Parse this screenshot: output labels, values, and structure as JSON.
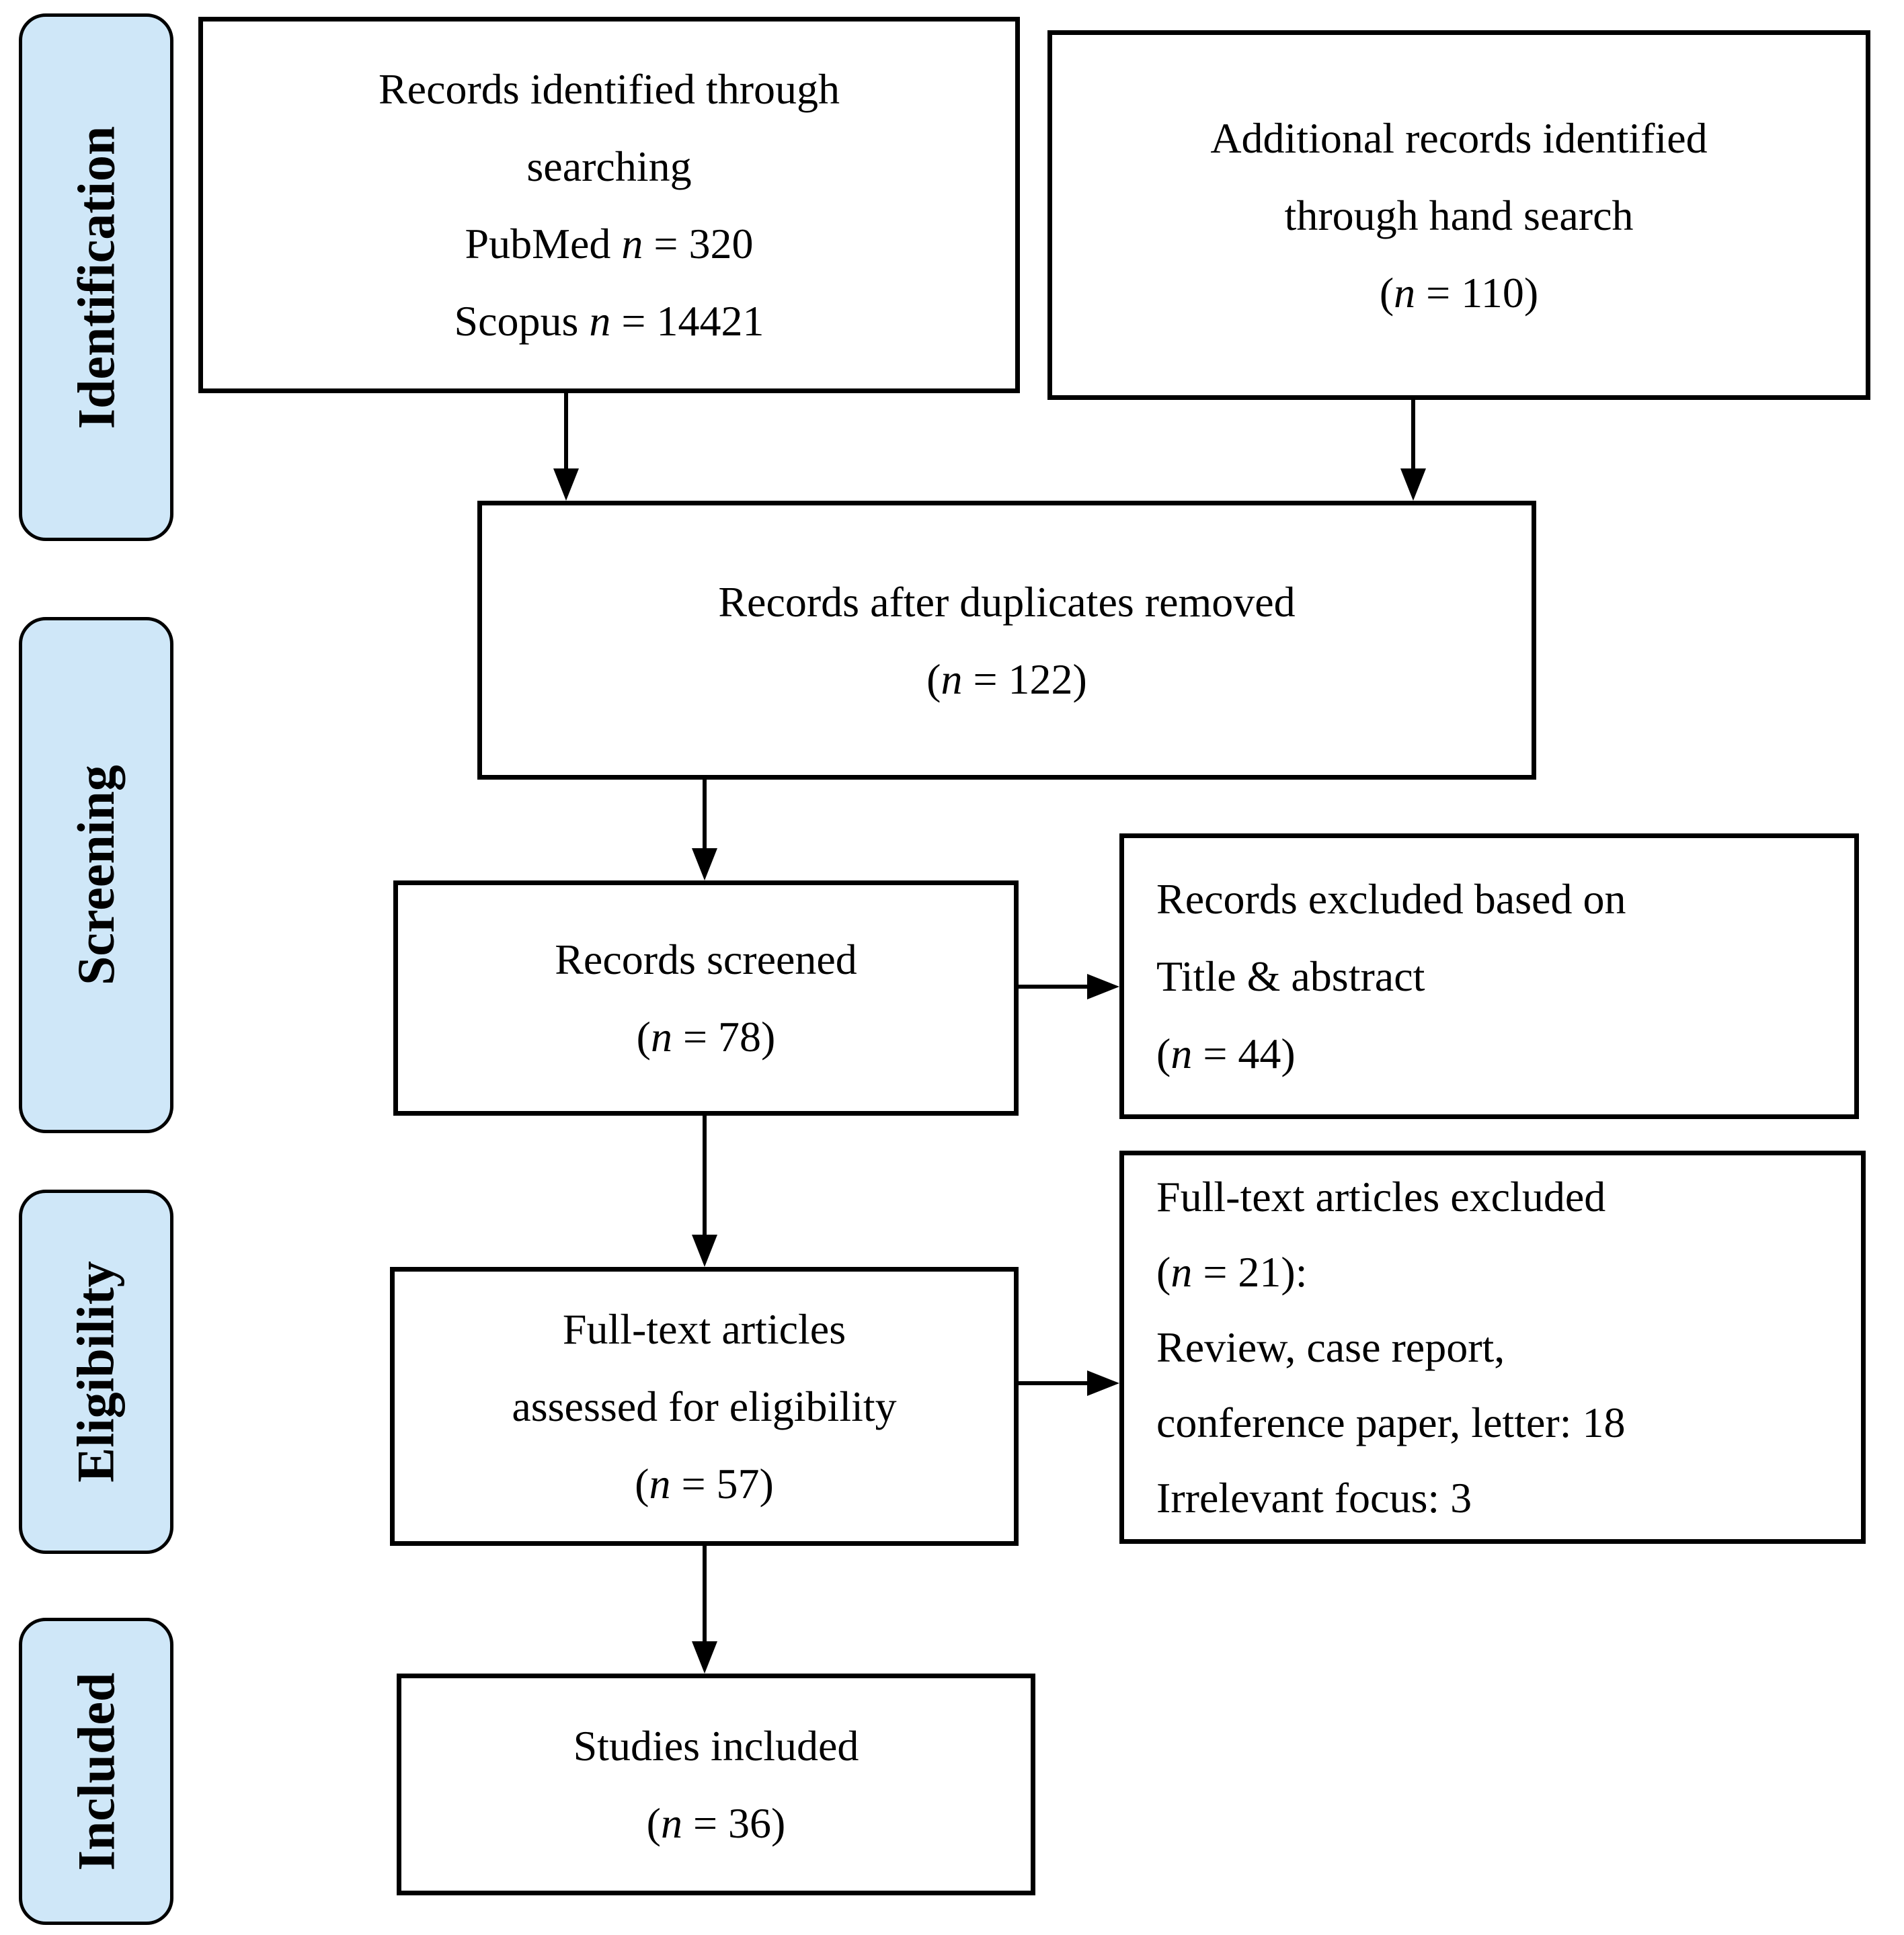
{
  "diagram": {
    "type": "prisma-flow",
    "colors": {
      "stage_fill": "#cfe7f8",
      "line_color": "#000000",
      "box_fill": "#ffffff"
    },
    "stages": [
      {
        "label": "Identification"
      },
      {
        "label": "Screening"
      },
      {
        "label": "Eligibility"
      },
      {
        "label": "Included"
      }
    ],
    "boxes": {
      "identified": {
        "lines": [
          "Records identified through",
          "searching",
          "PubMed *n* = 320",
          "Scopus *n* = 14421"
        ]
      },
      "additional": {
        "lines": [
          "Additional records identified",
          "through hand search",
          "(*n* = 110)"
        ]
      },
      "duplicates": {
        "lines": [
          "Records after duplicates removed",
          "(*n* = 122)"
        ]
      },
      "screened": {
        "lines": [
          "Records screened",
          "(*n* = 78)"
        ]
      },
      "excluded_title_abstract": {
        "lines": [
          "Records excluded based on",
          "Title & abstract",
          "(*n* = 44)"
        ]
      },
      "fulltext": {
        "lines": [
          "Full-text articles",
          "assessed for eligibility",
          "(*n* = 57)"
        ]
      },
      "fulltext_excluded": {
        "lines": [
          "Full-text articles excluded",
          "(*n* = 21):",
          "Review, case report,",
          "conference paper, letter: 18",
          "Irrelevant focus: 3"
        ]
      },
      "studies_included": {
        "lines": [
          "Studies included",
          "(*n* = 36)"
        ]
      }
    }
  }
}
